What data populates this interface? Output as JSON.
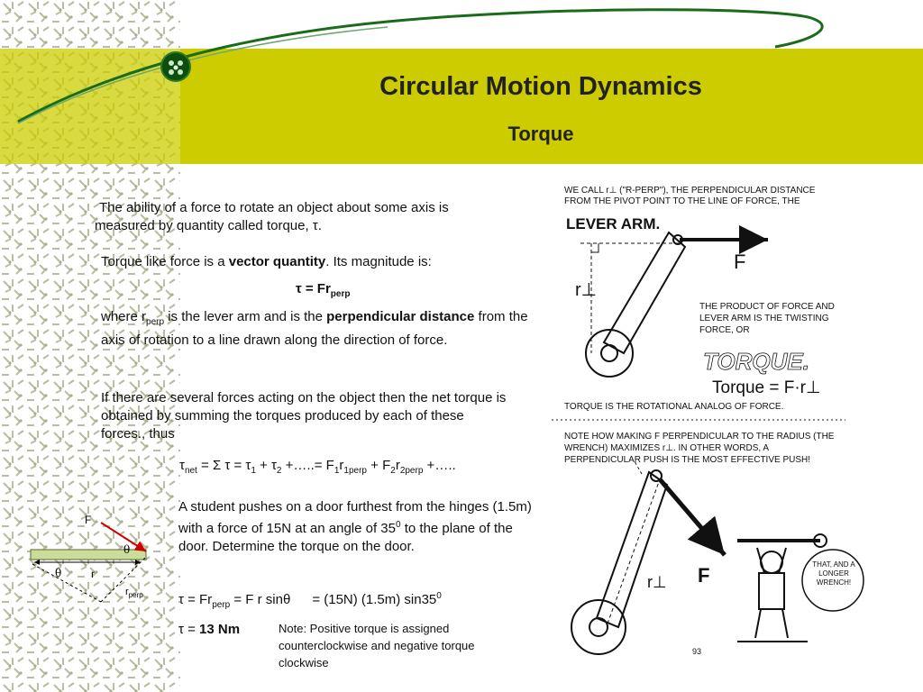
{
  "header": {
    "title": "Circular Motion Dynamics",
    "subtitle": "Torque"
  },
  "colors": {
    "header_bar": "#cccc00",
    "swoosh": "#1a6b1a"
  },
  "body": {
    "p1": "The ability of a force to rotate an object about some axis is measured by quantity called torque, τ.",
    "p2_a": "Torque like force is a ",
    "p2_b": "vector quantity",
    "p2_c": ". Its magnitude is:",
    "eq1_a": "τ = Fr",
    "eq1_sub": "perp",
    "p3_a": "where r",
    "p3_sub": "perp",
    "p3_b": " is the lever arm and is the ",
    "p3_c": "perpendicular distance",
    "p3_d": " from the axis of rotation to a line drawn along the direction of force.",
    "p4": "If there are several forces acting on the object then the net torque is obtained by summing the torques produced by each of these forces., thus",
    "eq2": {
      "t1": "τ",
      "s1": "net",
      "t2": " = Σ τ =  τ",
      "s2": "1",
      "t3": " + τ",
      "s3": "2",
      "t4": " +…..= F",
      "s4": "1",
      "t5": "r",
      "s5": "1perp",
      "t6": " + F",
      "s6": "2",
      "t7": "r",
      "s7": "2perp",
      "t8": " +….."
    },
    "p5": "A student  pushes on a door furthest from the hinges (1.5m) with a force of 15N at an angle of 35",
    "p5_sup": "0",
    "p5_b": " to the plane of the door. Determine the torque on the door.",
    "eq3": {
      "a": "τ = Fr",
      "sub": "perp",
      "b": "  = F r sinθ",
      "c": "= (15N) (1.5m) sin35",
      "sup": "0"
    },
    "eq4_a": "τ = ",
    "eq4_b": "13 Nm",
    "note": "Note:  Positive torque is assigned counterclockwise and negative torque clockwise"
  },
  "small_diagram": {
    "F": "F",
    "theta1": "θ",
    "theta2": "θ",
    "r": "r",
    "rperp": "r",
    "rperp_sub": "perp"
  },
  "right_image": {
    "cap1": "WE CALL r⊥ (\"R-PERP\"), THE PERPENDICULAR DISTANCE FROM THE PIVOT POINT TO THE LINE OF FORCE, THE",
    "lever_arm": "LEVER ARM.",
    "F_top": "F",
    "r_top": "r⊥",
    "cap2": "THE PRODUCT OF FORCE AND LEVER ARM IS THE TWISTING FORCE, OR",
    "torque_big": "TORQUE.",
    "torque_eq": "Torque = F·r⊥",
    "cap3": "TORQUE IS THE ROTATIONAL ANALOG OF FORCE.",
    "cap4": "NOTE HOW MAKING F PERPENDICULAR TO THE RADIUS (THE WRENCH) MAXIMIZES r⊥. IN OTHER WORDS, A PERPENDICULAR PUSH IS THE MOST EFFECTIVE PUSH!",
    "F_bottom": "F",
    "r_bottom": "r⊥",
    "bubble": "THAT, AND A LONGER WRENCH!",
    "page_num": "93"
  }
}
